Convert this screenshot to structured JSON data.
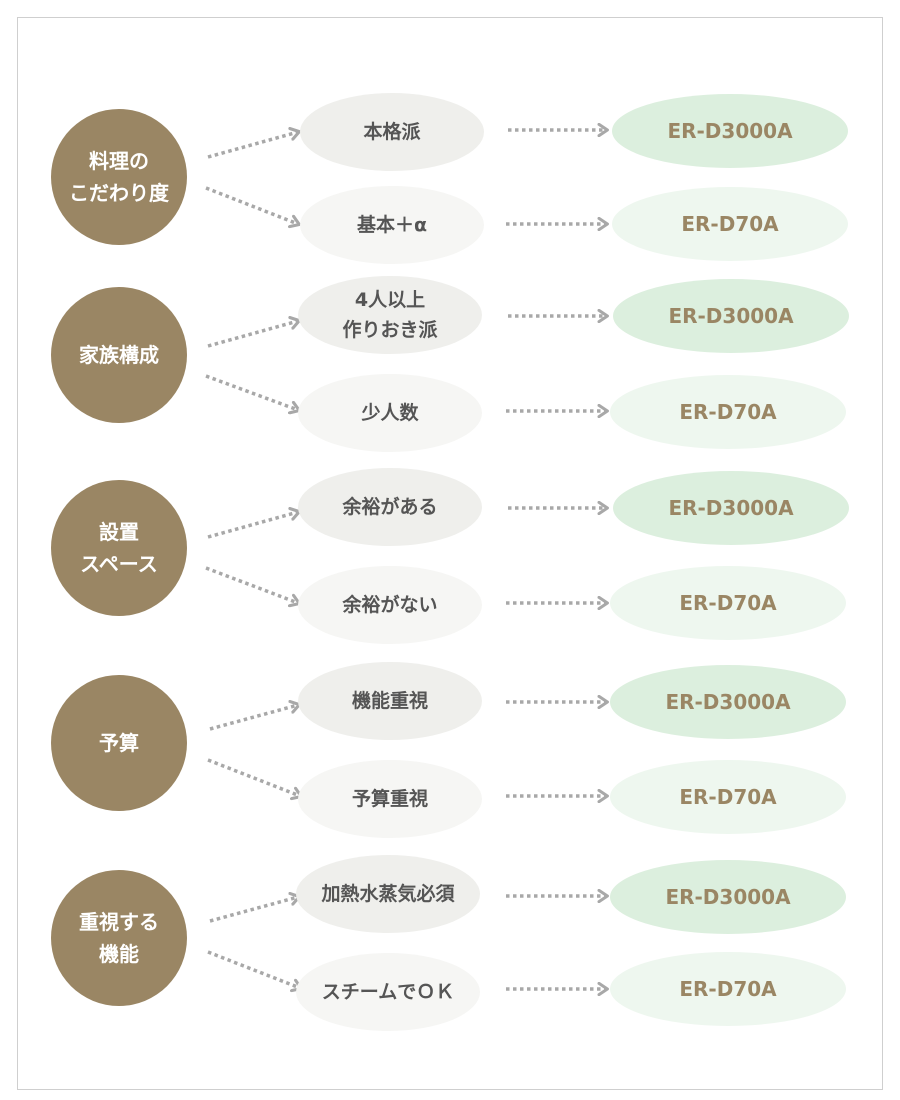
{
  "groups": [
    {
      "label": "料理の\nこだわり度",
      "options": [
        {
          "text": "本格派",
          "result": "ER-D3000A"
        },
        {
          "text": "基本＋α",
          "result": "ER-D70A"
        }
      ]
    },
    {
      "label": "家族構成",
      "options": [
        {
          "text": "4人以上\n作りおき派",
          "result": "ER-D3000A"
        },
        {
          "text": "少人数",
          "result": "ER-D70A"
        }
      ]
    },
    {
      "label": "設置\nスペース",
      "options": [
        {
          "text": "余裕がある",
          "result": "ER-D3000A"
        },
        {
          "text": "余裕がない",
          "result": "ER-D70A"
        }
      ]
    },
    {
      "label": "予算",
      "options": [
        {
          "text": "機能重視",
          "result": "ER-D3000A"
        },
        {
          "text": "予算重視",
          "result": "ER-D70A"
        }
      ]
    },
    {
      "label": "重視する\n機能",
      "options": [
        {
          "text": "加熱水蒸気必須",
          "result": "ER-D3000A"
        },
        {
          "text": "スチームでＯＫ",
          "result": "ER-D70A"
        }
      ]
    }
  ],
  "colors": {
    "circle": "#9a8664",
    "option_light": "#efefec",
    "option_lighter": "#f6f6f4",
    "result_strong": "#dcefde",
    "result_soft": "#eef7ef",
    "arrow": "#a8a8a8",
    "result_text": "#9a8664"
  }
}
